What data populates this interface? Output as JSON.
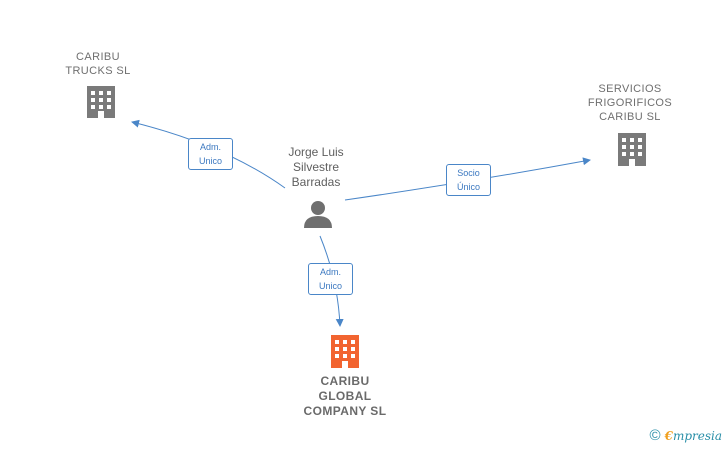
{
  "nodes": {
    "caribu_trucks": {
      "label": "CARIBU\nTRUCKS  SL"
    },
    "servicios": {
      "label": "SERVICIOS\nFRIGORIFICOS\nCARIBU  SL"
    },
    "caribu_global": {
      "label": "CARIBU\nGLOBAL\nCOMPANY  SL"
    },
    "person": {
      "label": "Jorge Luis\nSilvestre\nBarradas"
    }
  },
  "edges": {
    "to_trucks": {
      "label": "Adm.\nUnico"
    },
    "to_servicios": {
      "label": "Socio\nÚnico"
    },
    "to_global": {
      "label": "Adm.\nUnico"
    }
  },
  "footer": {
    "copyright": "©",
    "brand_first": "€",
    "brand_rest": "mpresia"
  },
  "colors": {
    "edge": "#4a86c8",
    "building_gray": "#7a7a7a",
    "building_highlight": "#f26430",
    "person": "#6f6f6f"
  }
}
